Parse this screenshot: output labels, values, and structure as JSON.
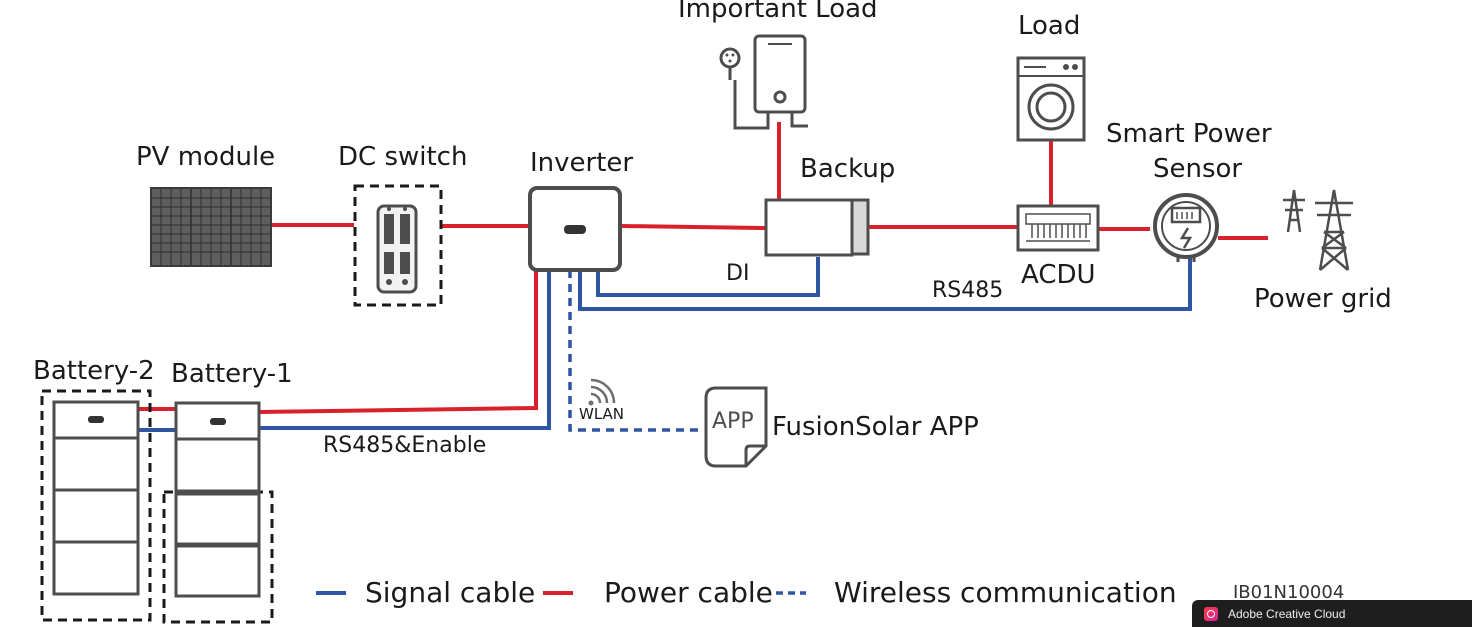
{
  "labels": {
    "important_load": "Important Load",
    "load": "Load",
    "pv_module": "PV module",
    "dc_switch": "DC switch",
    "inverter": "Inverter",
    "backup": "Backup",
    "smart_power_sensor_line1": "Smart Power",
    "smart_power_sensor_line2": "Sensor",
    "acdu": "ACDU",
    "power_grid": "Power grid",
    "di": "DI",
    "rs485": "RS485",
    "battery_2": "Battery-2",
    "battery_1": "Battery-1",
    "rs485_enable": "RS485&Enable",
    "wlan": "WLAN",
    "app_icon_text": "APP",
    "fusionsolar_app": "FusionSolar APP"
  },
  "legend": {
    "signal_cable": "Signal cable",
    "power_cable": "Power cable",
    "wireless_communication": "Wireless communication"
  },
  "figure_id": "IB01N10004",
  "taskbar": {
    "label": "Adobe Creative Cloud"
  },
  "colors": {
    "signal": "#2f55a4",
    "power": "#d9212b",
    "outline": "#4d4d4d",
    "dashed_box": "#1a1a1a"
  }
}
